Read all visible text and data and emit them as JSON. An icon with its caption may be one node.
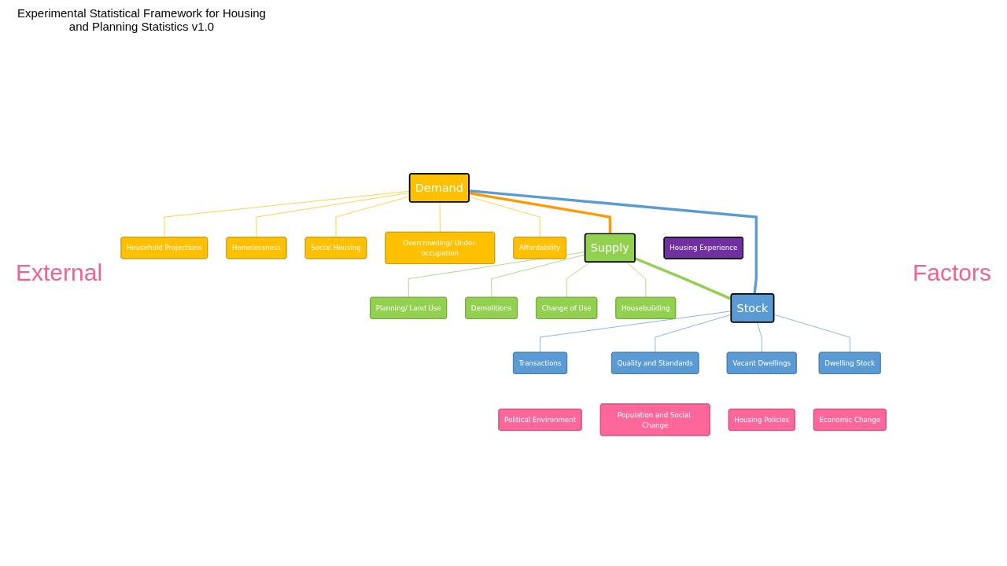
{
  "diagram": {
    "title": "Experimental Statistical Framework for Housing and Planning Statistics v1.0",
    "nodes": [
      {
        "text": [
          "Homelessness"
        ]
      },
      {
        "text": [
          "Household Projections"
        ]
      },
      {
        "text": [
          "Social Housing"
        ]
      },
      {
        "text": [
          "Political Environment"
        ]
      },
      {
        "text": [
          "Population and Social Change"
        ]
      },
      {
        "text": [
          "Demand"
        ]
      },
      {
        "text": [
          "Overcrowding/ Under-occupation"
        ]
      },
      {
        "text": [
          "Affordability"
        ]
      },
      {
        "text": [
          "Housing Experience"
        ]
      },
      {
        "text": [
          "Planning/ Land Use"
        ]
      },
      {
        "text": [
          "Transactions"
        ]
      },
      {
        "text": [
          "Quality and Standards"
        ]
      },
      {
        "text": [
          "Stock"
        ]
      },
      {
        "text": [
          "Supply"
        ]
      },
      {
        "text": [
          "Demolitions"
        ]
      },
      {
        "text": [
          "Change of Use"
        ]
      },
      {
        "text": [
          "Vacant Dwellings"
        ]
      },
      {
        "text": [
          "Dwelling Stock"
        ]
      },
      {
        "text": [
          "Housebuilding"
        ]
      },
      {
        "text": [
          "Housing Policies"
        ]
      },
      {
        "text": [
          "Economic Change"
        ]
      }
    ],
    "edges": [
      {
        "from": 5,
        "to": 1,
        "arrow": "none",
        "color": "#ffc000"
      },
      {
        "from": 5,
        "to": 0,
        "arrow": "none",
        "color": "#ffc000"
      },
      {
        "from": 5,
        "to": 2,
        "arrow": "none",
        "color": "#ffc000"
      },
      {
        "from": 5,
        "to": 6,
        "arrow": "none",
        "color": "#ffc000"
      },
      {
        "from": 5,
        "to": 7,
        "arrow": "none",
        "color": "#ffc000"
      },
      {
        "from": 5,
        "to": 13,
        "arrow": "to",
        "style": "thick",
        "color": "#ff9900"
      },
      {
        "from": 13,
        "to": 9,
        "arrow": "none",
        "color": "#92d050"
      },
      {
        "from": 13,
        "to": 14,
        "arrow": "none",
        "color": "#92d050"
      },
      {
        "from": 13,
        "to": 15,
        "arrow": "none",
        "color": "#92d050"
      },
      {
        "from": 13,
        "to": 18,
        "arrow": "none",
        "color": "#92d050"
      },
      {
        "from": 13,
        "to": 12,
        "arrow": "to",
        "style": "thick",
        "color": "#92d050"
      },
      {
        "from": 12,
        "to": 10,
        "arrow": "none",
        "color": "#5b9bd5"
      },
      {
        "from": 12,
        "to": 11,
        "arrow": "none",
        "color": "#5b9bd5"
      },
      {
        "from": 12,
        "to": 16,
        "arrow": "none",
        "color": "#5b9bd5"
      },
      {
        "from": 12,
        "to": 17,
        "arrow": "none",
        "color": "#5b9bd5"
      },
      {
        "from": 12,
        "to": 5,
        "arrow": "to",
        "style": "thick",
        "color": "#5b9bd5"
      }
    ],
    "labels": [
      "External",
      "Factors"
    ]
  }
}
